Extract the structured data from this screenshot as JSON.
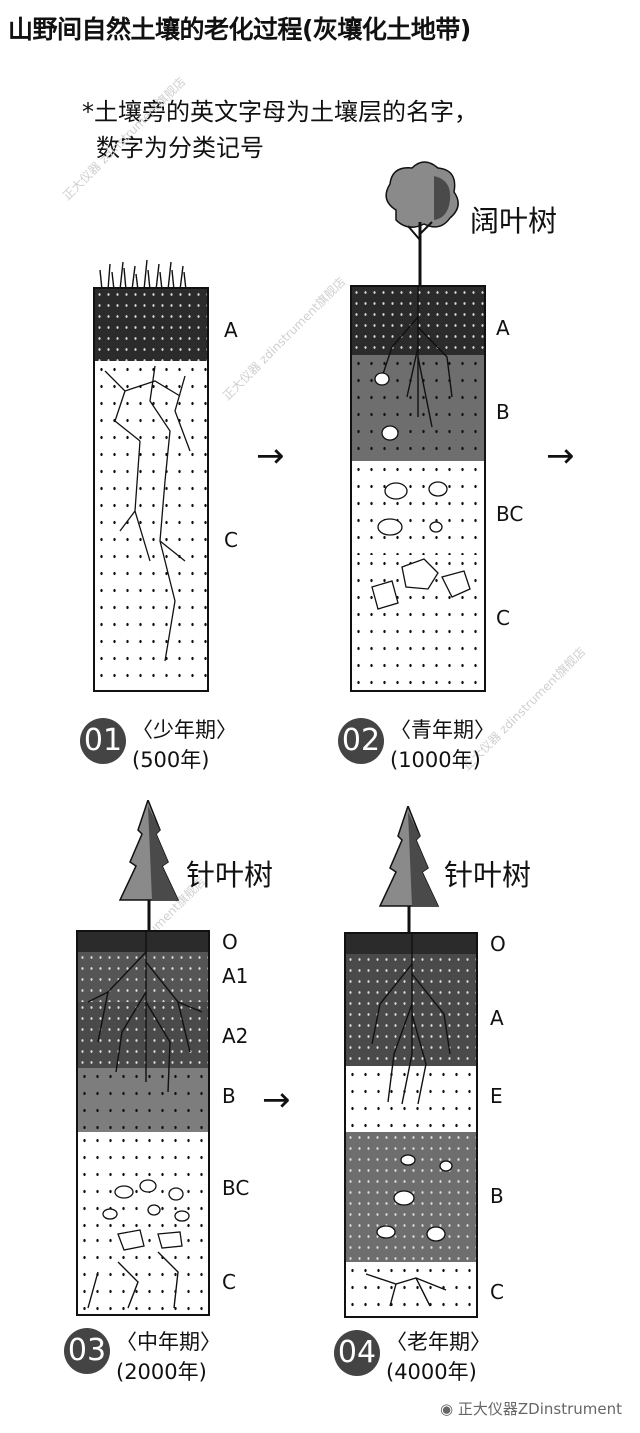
{
  "title": "山野间自然土壤的老化过程(灰壤化土地带)",
  "note": {
    "line1": "*土壤旁的英文字母为土壤层的名字，",
    "line2": "数字为分类记号"
  },
  "arrow": "→",
  "stages": [
    {
      "num": "01",
      "name": "〈少年期〉",
      "age": "(500年)",
      "tree": "",
      "layers": [
        "A",
        "C"
      ]
    },
    {
      "num": "02",
      "name": "〈青年期〉",
      "age": "(1000年)",
      "tree": "阔叶树",
      "layers": [
        "A",
        "B",
        "BC",
        "C"
      ]
    },
    {
      "num": "03",
      "name": "〈中年期〉",
      "age": "(2000年)",
      "tree": "针叶树",
      "layers": [
        "O",
        "A1",
        "A2",
        "B",
        "BC",
        "C"
      ]
    },
    {
      "num": "04",
      "name": "〈老年期〉",
      "age": "(4000年)",
      "tree": "针叶树",
      "layers": [
        "O",
        "A",
        "E",
        "B",
        "C"
      ]
    }
  ],
  "watermark": "正大仪器 zdinstrument旗舰店",
  "footer": "正大仪器ZDinstrument",
  "colors": {
    "dark": "#2b2b2b",
    "mid": "#6e6e6e",
    "badge": "#444444"
  }
}
